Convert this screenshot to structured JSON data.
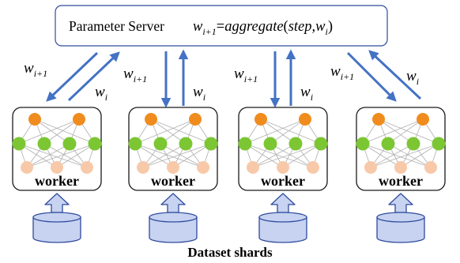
{
  "server": {
    "label": "Parameter Server",
    "formula": {
      "w": "w",
      "sub_next": "i+1",
      "eq": "=",
      "fn": "aggregate",
      "open": "(",
      "arg": "step",
      "comma": ",",
      "w2": "w",
      "sub_i": "i",
      "close": ")"
    }
  },
  "arrow_labels": {
    "down": {
      "base": "w",
      "sub": "i+1"
    },
    "up": {
      "base": "w",
      "sub": "i"
    }
  },
  "workers": [
    {
      "label": "worker"
    },
    {
      "label": "worker"
    },
    {
      "label": "worker"
    },
    {
      "label": "worker"
    }
  ],
  "footer": {
    "label": "Dataset shards"
  },
  "colors": {
    "arrow": "#4472C4",
    "node_top": "#F08C1E",
    "node_mid": "#7CC633",
    "node_bottom": "#F7C9A9",
    "edge": "#B0B0B0",
    "cylinder_fill": "#C7D3F0",
    "cylinder_stroke": "#2E4A9E",
    "box_stroke": "#1a1a1a",
    "server_stroke": "#2E4A9E"
  }
}
